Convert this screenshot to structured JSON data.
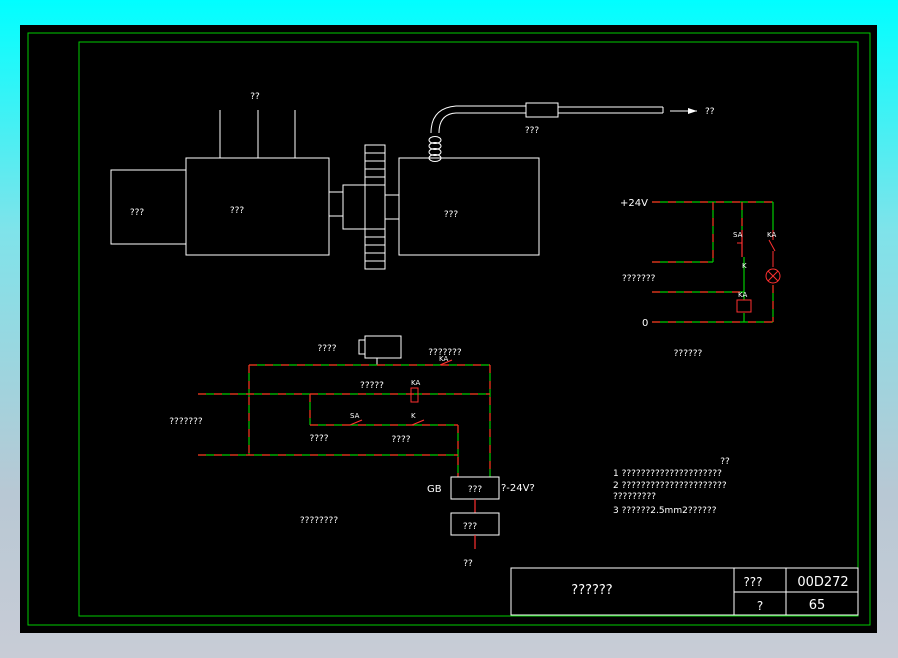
{
  "mechanical": {
    "top_label": "??",
    "pipe_label": "???",
    "arrow_label": "??",
    "box_left_label": "???",
    "box_mid_label": "???",
    "box_right_label": "???"
  },
  "control": {
    "plus_label": "+24V",
    "zero_label": "0",
    "side_label": "???????",
    "caption": "??????",
    "sa": "SA",
    "ka_top": "KA",
    "k": "K",
    "ka_coil": "KA"
  },
  "power": {
    "device_label": "????",
    "top_right_label": "???????",
    "ka_contact": "KA",
    "coil_text": "?????",
    "ka_coil": "KA",
    "sa": "SA",
    "k": "K",
    "sa_label": "????",
    "k_label": "????",
    "left_label": "???????",
    "gb": "GB",
    "gb_box": "???",
    "voltage": "?-24V?",
    "box2": "???",
    "bottom_label": "??",
    "center_label": "????????"
  },
  "notes": {
    "title": "??",
    "items": [
      "1  ?????????????????????",
      "2  ??????????????????????",
      "    ?????????",
      "3  ??????2.5mm2??????"
    ]
  },
  "title_block": {
    "name": "??????",
    "label1": "???",
    "code": "00D272",
    "label2": "?",
    "page": "65"
  }
}
